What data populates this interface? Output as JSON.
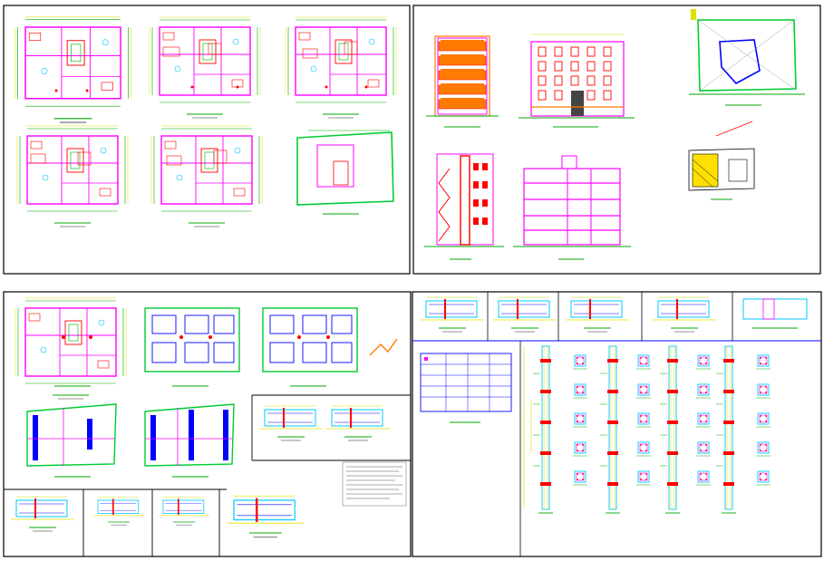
{
  "title": "",
  "panels": [
    {
      "id": "floor-plans",
      "label": ""
    },
    {
      "id": "elevations",
      "label": ""
    },
    {
      "id": "foundation-plans",
      "label": ""
    },
    {
      "id": "column-details",
      "label": ""
    }
  ],
  "colors": {
    "frame": "#000000",
    "wall": "#ff00ff",
    "dimension": "#00aa00",
    "annotation": "#e0e000",
    "facade": "#ff7a00",
    "window": "#ff0000",
    "foundation": "#0000ff",
    "structure": "#00c8ff"
  },
  "notes": []
}
